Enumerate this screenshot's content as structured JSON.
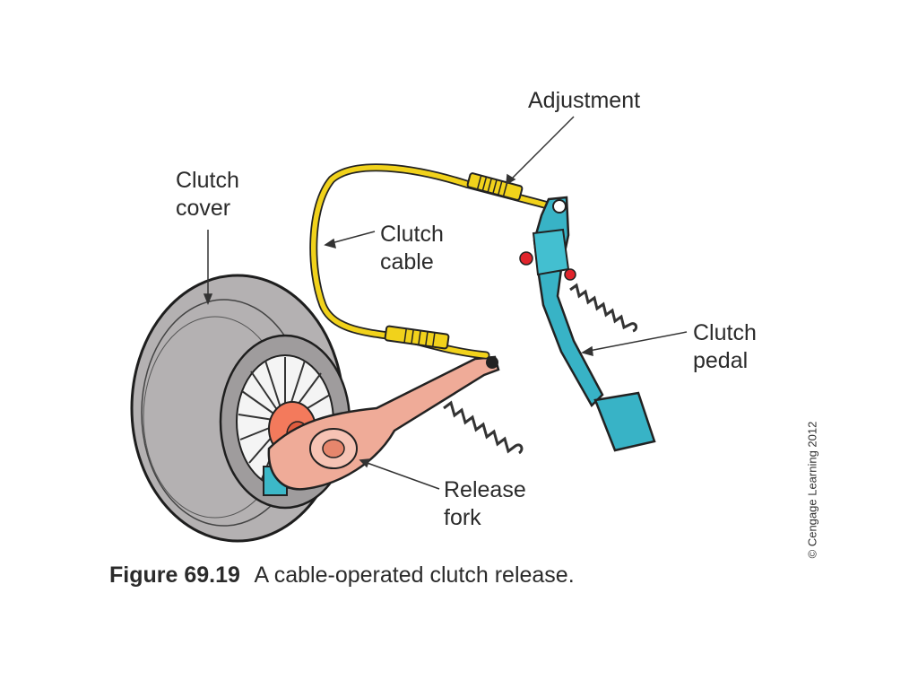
{
  "labels": {
    "adjustment": "Adjustment",
    "clutch_cover": [
      "Clutch",
      "cover"
    ],
    "clutch_cable": [
      "Clutch",
      "cable"
    ],
    "clutch_pedal": [
      "Clutch",
      "pedal"
    ],
    "release_fork": [
      "Release",
      "fork"
    ]
  },
  "caption": {
    "number": "Figure 69.19",
    "text": "A cable-operated clutch release."
  },
  "credit": "© Cengage Learning 2012",
  "colors": {
    "cable": "#f1d21b",
    "pedal": "#38b3c6",
    "fork": "#eeaa98",
    "cover": "#b2afb0",
    "spring": "#555555",
    "knob": "#e0242c"
  }
}
